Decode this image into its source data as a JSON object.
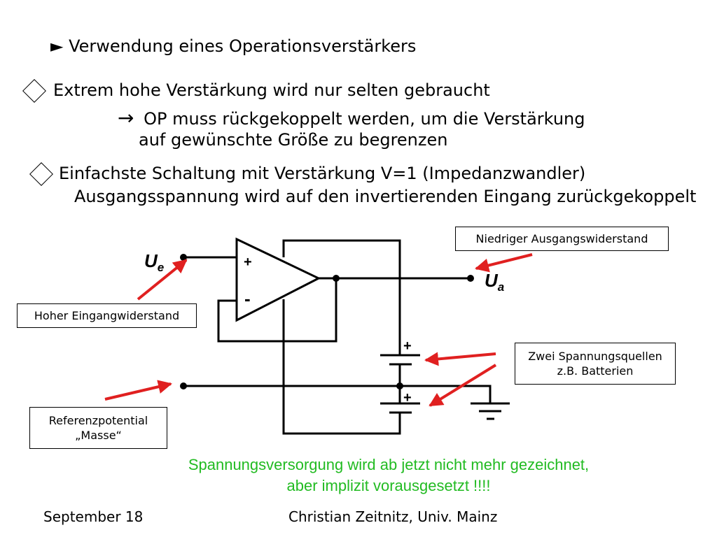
{
  "title": "► Verwendung eines Operationsverstärkers",
  "bullet1": "Extrem hohe Verstärkung wird nur selten gebraucht",
  "bullet1_line2": "OP muss rückgekoppelt werden, um die Verstärkung",
  "bullet1_line3": "auf gewünschte Größe zu begrenzen",
  "arrow_symbol": "→",
  "bullet2": "Einfachste Schaltung mit Verstärkung V=1 (Impedanzwandler)",
  "bullet2_line2": "Ausgangsspannung wird auf den invertierenden Eingang zurückgekoppelt",
  "circuit": {
    "ue_main": "U",
    "ue_sub": "e",
    "ua_main": "U",
    "ua_sub": "a",
    "plus_in": "+",
    "minus_in": "-",
    "battery_plus_top": "+",
    "battery_plus_bottom": "+"
  },
  "callouts": {
    "output_resistance": "Niedriger Ausgangswiderstand",
    "input_resistance": "Hoher Eingangwiderstand",
    "sources_line1": "Zwei Spannungsquellen",
    "sources_line2": "z.B. Batterien",
    "reference_line1": "Referenzpotential",
    "reference_line2": "„Masse“"
  },
  "note_line1": "Spannungsversorgung wird ab jetzt nicht mehr gezeichnet,",
  "note_line2": "aber implizit vorausgesetzt !!!!",
  "footer_date": "September 18",
  "footer_author": "Christian Zeitnitz, Univ. Mainz",
  "colors": {
    "note": "#22bb22",
    "arrow": "#e02020"
  }
}
